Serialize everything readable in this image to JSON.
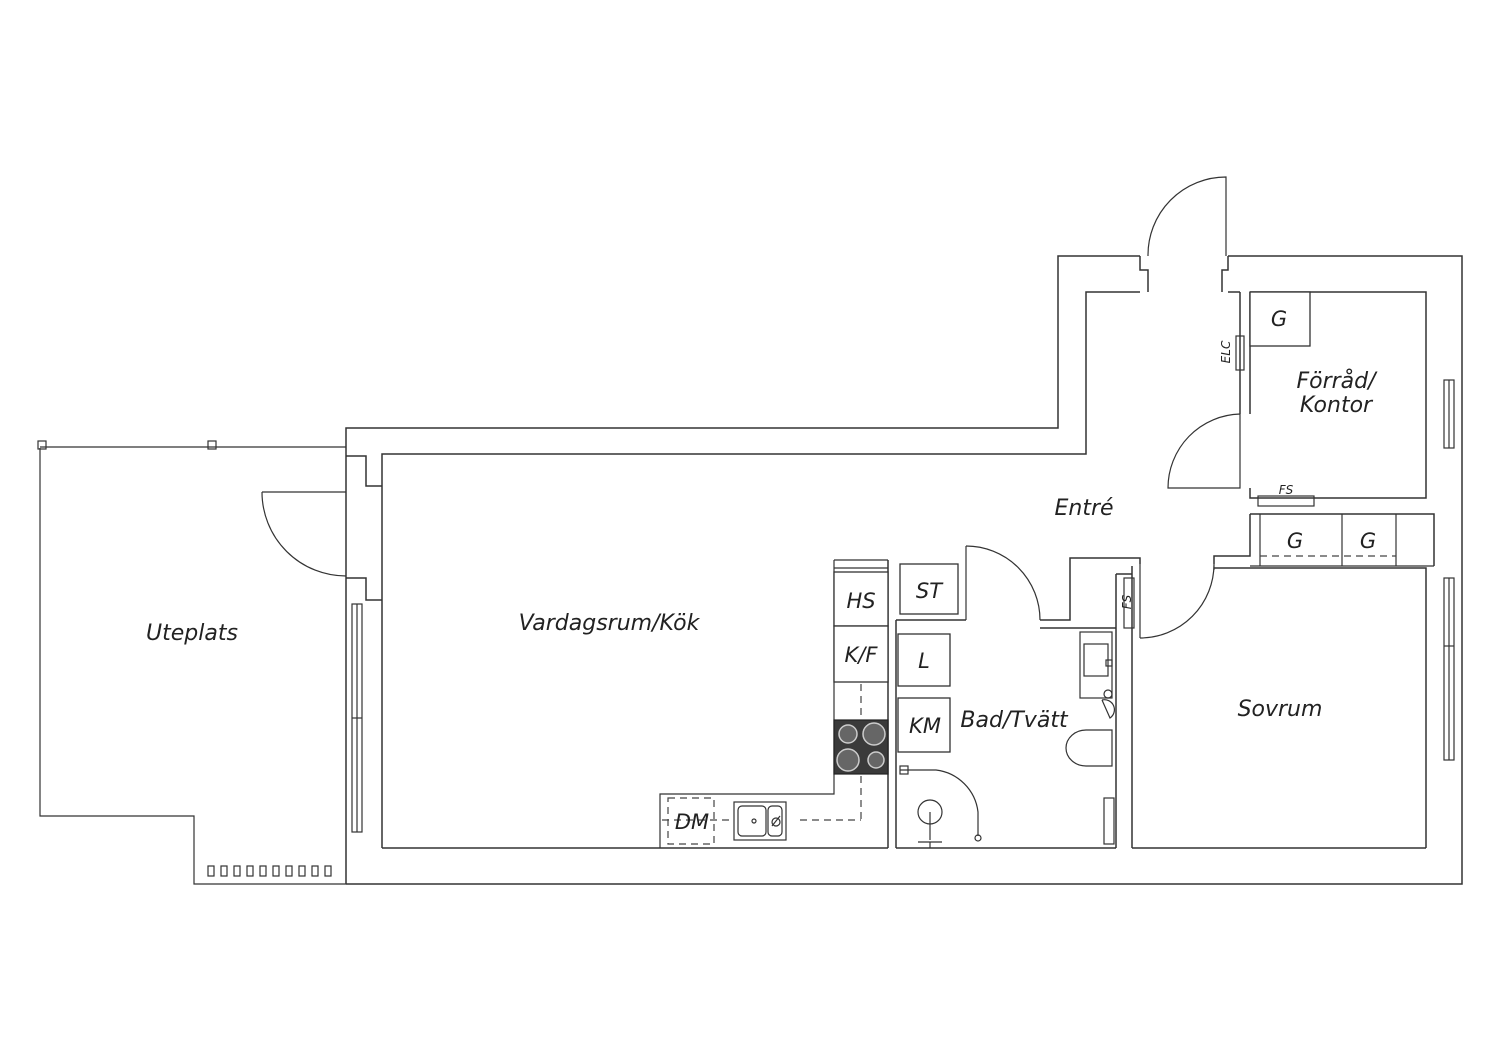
{
  "rooms": {
    "uteplats": "Uteplats",
    "vardagsrum_kok": "Vardagsrum/Kök",
    "entre": "Entré",
    "forrad_line1": "Förråd/",
    "forrad_line2": "Kontor",
    "bad_tvatt": "Bad/Tvätt",
    "sovrum": "Sovrum"
  },
  "fixtures": {
    "hs": "HS",
    "kf": "K/F",
    "st": "ST",
    "l": "L",
    "km": "KM",
    "dm": "DM",
    "g_forrad": "G",
    "g_left": "G",
    "g_right": "G"
  },
  "labels": {
    "elc": "ELC",
    "fs_forrad": "FS",
    "fs_hall": "FS"
  },
  "colors": {
    "line": "#333333",
    "stove": "#3a3a3a",
    "background": "#ffffff"
  }
}
